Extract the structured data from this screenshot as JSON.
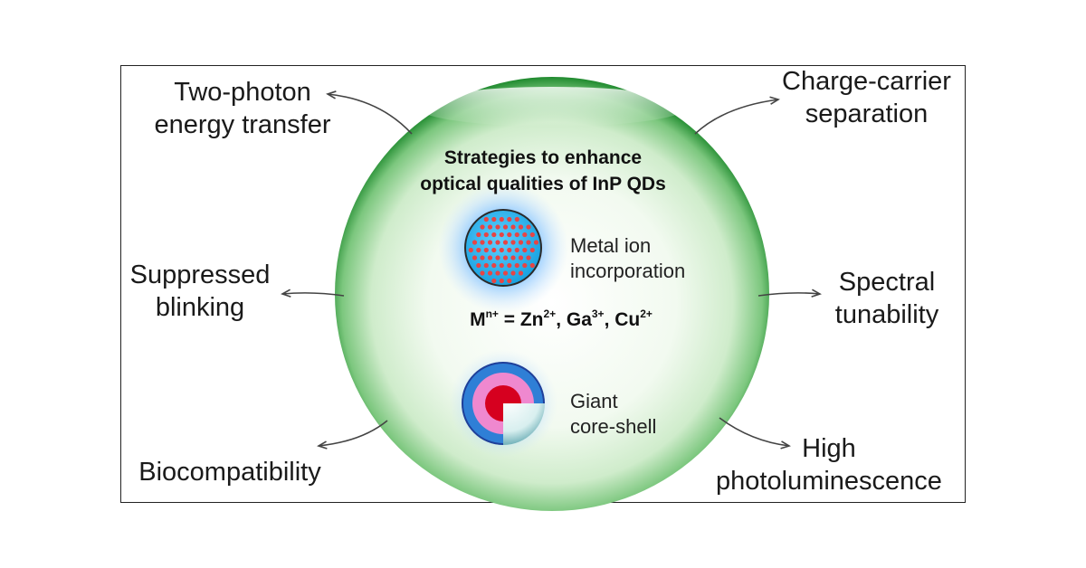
{
  "headline": {
    "line1": "Strategies to enhance",
    "line2": "optical qualities of InP QDs"
  },
  "strategies": [
    {
      "line1": "Metal ion",
      "line2": "incorporation"
    },
    {
      "line1": "Giant",
      "line2": "core-shell"
    }
  ],
  "formula": {
    "m": "M",
    "m_sup": "n+",
    "equals": " = ",
    "zn": "Zn",
    "zn_sup": "2+",
    "sep1": ", ",
    "ga": "Ga",
    "ga_sup": "3+",
    "sep2": ", ",
    "cu": "Cu",
    "cu_sup": "2+"
  },
  "properties": {
    "two_photon": {
      "line1": "Two-photon",
      "line2": "energy transfer"
    },
    "charge_carrier": {
      "line1": "Charge-carrier",
      "line2": "separation"
    },
    "suppressed_blinking": {
      "line1": "Suppressed",
      "line2": "blinking"
    },
    "spectral_tunability": {
      "line1": "Spectral",
      "line2": "tunability"
    },
    "biocompatibility": {
      "line1": "Biocompatibility"
    },
    "high_pl": {
      "line1": "High",
      "line2": "photoluminescence"
    }
  },
  "colors": {
    "sphere_rim": "#1f8a2e",
    "sphere_fill": "#e9f6e6",
    "dot_particle": "#e64545",
    "particle_core": "#2ab3ee",
    "shell_outer": "#1f3f9a",
    "shell_mid": "#ef88cf",
    "shell_core": "#d6001f"
  }
}
